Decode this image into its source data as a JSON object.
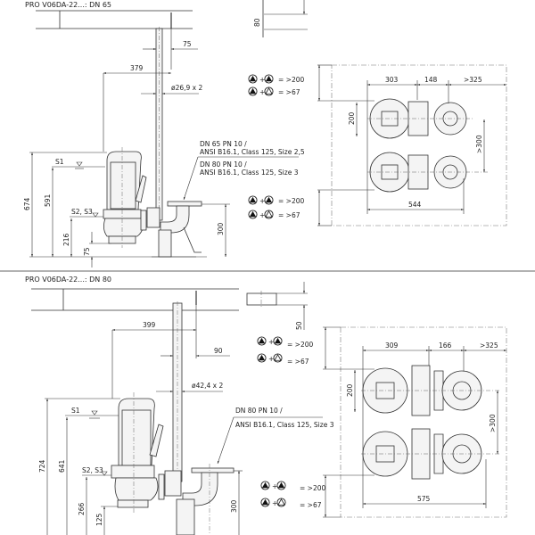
{
  "dn65": {
    "title": "PRO V06DA-22...: DN 65",
    "dims": {
      "d75": "75",
      "d379": "379",
      "pipe": "ø26,9 x 2",
      "d80": "80",
      "d674": "674",
      "d591": "591",
      "d216": "216",
      "d75b": "75",
      "d300": "300"
    },
    "levels": {
      "s1": "S1",
      "s23": "S2, S3"
    },
    "flange": [
      "DN 65 PN 10 /",
      "ANSI B16.1, Class 125, Size 2,5",
      "DN 80 PN 10 /",
      "ANSI B16.1, Class 125, Size 3"
    ],
    "plan": {
      "d303": "303",
      "d148": "148",
      "d325": ">325",
      "d200": "200",
      "d300": ">300",
      "d544": "544"
    },
    "clearance": {
      "both_running": "= >200",
      "one_standby": "= >67"
    }
  },
  "dn80": {
    "title": "PRO V06DA-22...: DN 80",
    "dims": {
      "d399": "399",
      "d90": "90",
      "pipe": "ø42,4 x 2",
      "d50": "50",
      "d724": "724",
      "d641": "641",
      "d266": "266",
      "d125": "125",
      "d300": "300"
    },
    "levels": {
      "s1": "S1",
      "s23": "S2, S3"
    },
    "flange": [
      "DN 80 PN 10 /",
      "ANSI B16.1, Class 125, Size 3"
    ],
    "plan": {
      "d309": "309",
      "d166": "166",
      "d325": ">325",
      "d200": "200",
      "d300": ">300",
      "d575": "575"
    },
    "clearance": {
      "both_running": "= >200",
      "one_standby": "= >67"
    }
  },
  "symbols": {
    "pump_running": "pump-filled-icon",
    "pump_standby": "pump-outline-icon",
    "plus": "+"
  }
}
